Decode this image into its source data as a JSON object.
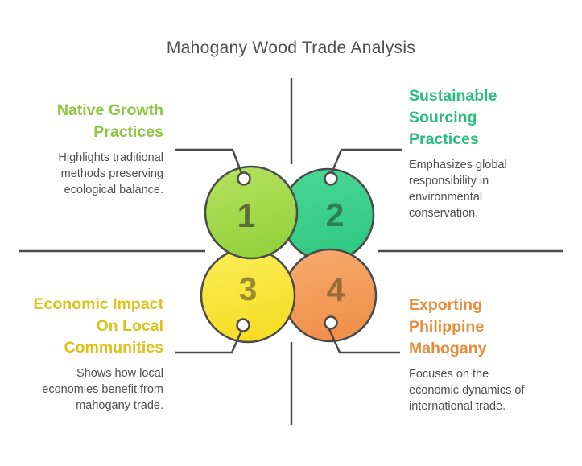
{
  "title": "Mahogany Wood Trade Analysis",
  "colors": {
    "line": "#4a4a4a",
    "text": "#4f4f4f",
    "accent_lime": "#8dc63f",
    "accent_emerald": "#2abd7e",
    "accent_gold": "#dcc31a",
    "accent_orange": "#e68e3d"
  },
  "quadrants": [
    {
      "number": "1",
      "heading": "Native Growth Practices",
      "heading_lines": [
        "Native Growth",
        "Practices"
      ],
      "description": "Highlights traditional methods preserving ecological balance.",
      "desc_lines": [
        "Highlights traditional",
        "methods preserving",
        "ecological balance."
      ],
      "heading_color": "#8dc63f",
      "circle_fill_top": "#b7e260",
      "circle_fill_bottom": "#94d23e",
      "number_color": "#5c6e35"
    },
    {
      "number": "2",
      "heading": "Sustainable Sourcing Practices",
      "heading_lines": [
        "Sustainable",
        "Sourcing",
        "Practices"
      ],
      "description": "Emphasizes global responsibility in environmental conservation.",
      "desc_lines": [
        "Emphasizes global",
        "responsibility in",
        "environmental",
        "conservation."
      ],
      "heading_color": "#2abd7e",
      "circle_fill_top": "#4cd795",
      "circle_fill_bottom": "#2fca84",
      "number_color": "#2f7d54"
    },
    {
      "number": "3",
      "heading": "Economic Impact On Local Communities",
      "heading_lines": [
        "Economic Impact",
        "On Local",
        "Communities"
      ],
      "description": "Shows how local economies benefit from mahogany trade.",
      "desc_lines": [
        "Shows how local",
        "economies benefit from",
        "mahogany trade."
      ],
      "heading_color": "#dcc31a",
      "circle_fill_top": "#faee58",
      "circle_fill_bottom": "#f6de28",
      "number_color": "#9e8c2b"
    },
    {
      "number": "4",
      "heading": "Exporting Philippine Mahogany",
      "heading_lines": [
        "Exporting",
        "Philippine",
        "Mahogany"
      ],
      "description": "Focuses on the economic dynamics of international trade.",
      "desc_lines": [
        "Focuses on the",
        "economic dynamics of",
        "international trade."
      ],
      "heading_color": "#e68e3d",
      "circle_fill_top": "#f6ab6e",
      "circle_fill_bottom": "#f0914c",
      "number_color": "#9a6b33"
    }
  ]
}
